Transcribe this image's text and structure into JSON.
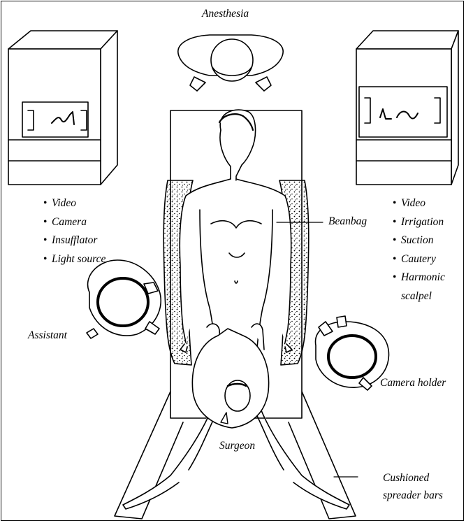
{
  "labels": {
    "anesthesia": "Anesthesia",
    "beanbag": "Beanbag",
    "assistant": "Assistant",
    "surgeon": "Surgeon",
    "camera_holder": "Camera holder",
    "spreader_bars_line1": "Cushioned",
    "spreader_bars_line2": "spreader bars"
  },
  "left_tower_items": [
    "Video",
    "Camera",
    "Insufflator",
    "Light source"
  ],
  "right_tower_items": [
    "Video",
    "Irrigation",
    "Suction",
    "Cautery",
    "Harmonic",
    "scalpel"
  ],
  "bullet": "•",
  "colors": {
    "ink": "#000000",
    "paper": "#ffffff"
  }
}
